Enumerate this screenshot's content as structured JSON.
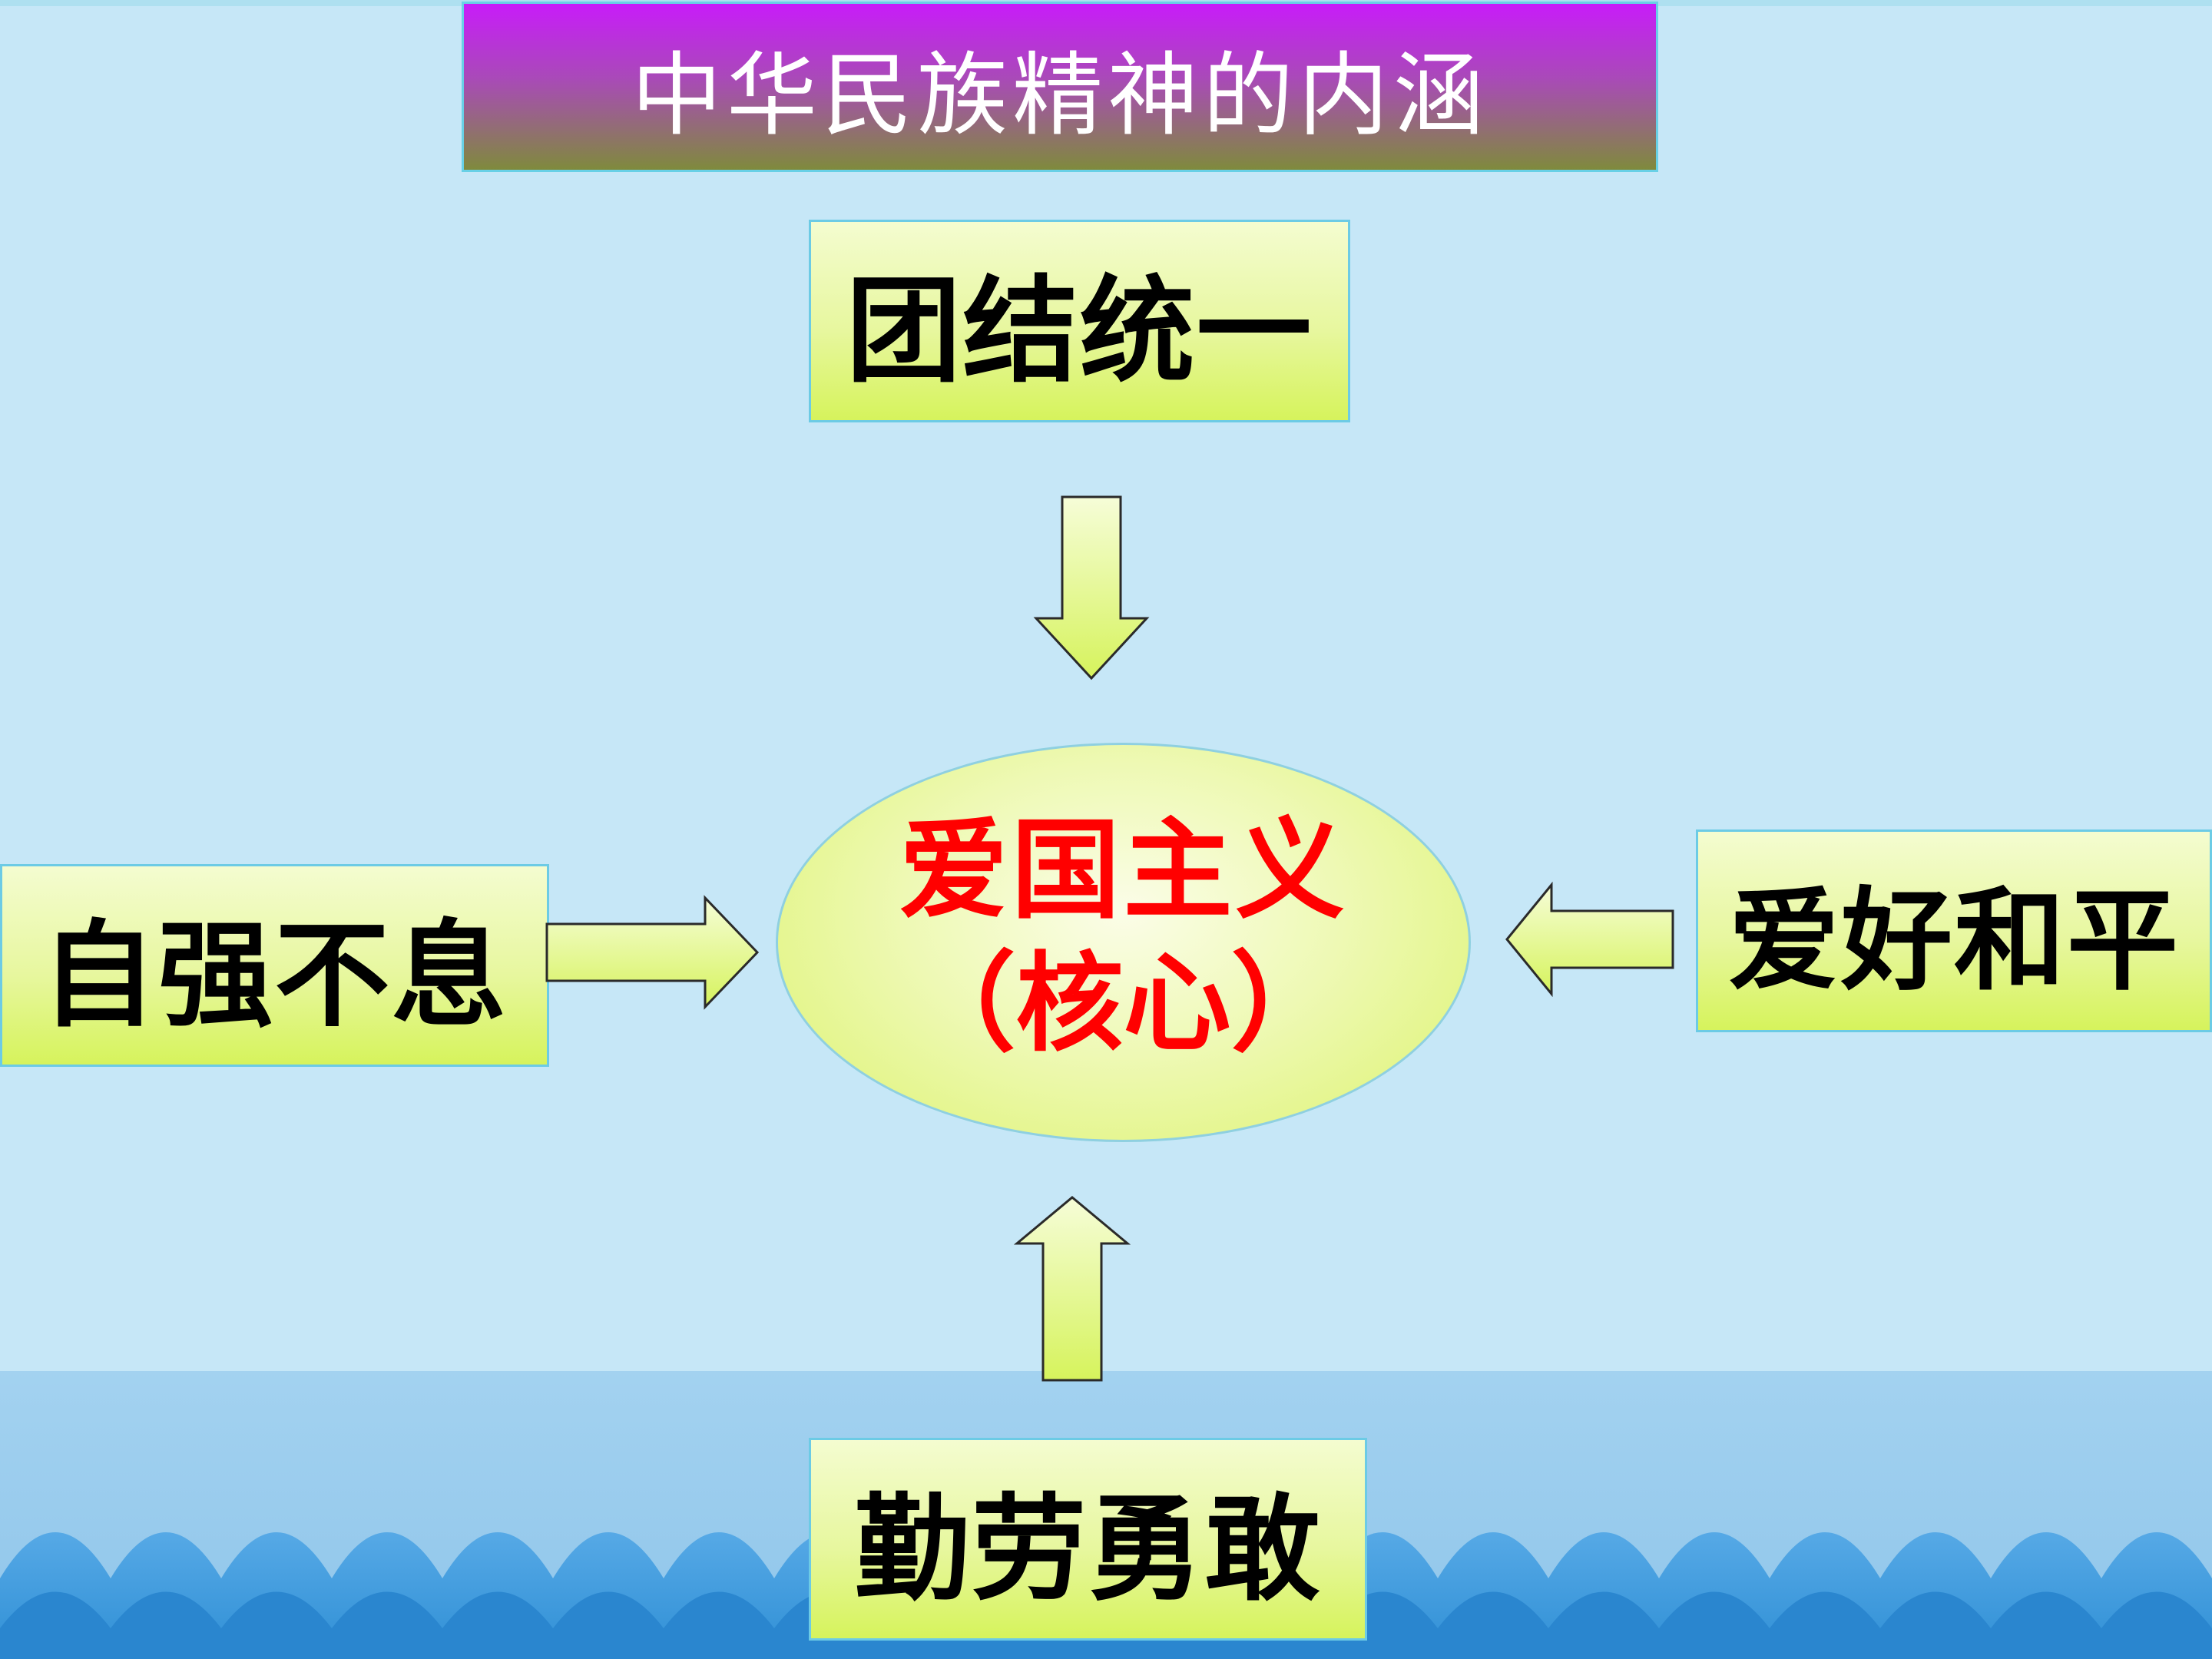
{
  "title": "中华民族精神的内涵",
  "nodes": {
    "top": "团结统一",
    "left": "自强不息",
    "right": "爱好和平",
    "bottom": "勤劳勇敢"
  },
  "core": {
    "line1": "爱国主义",
    "line2": "（核心）"
  },
  "colors": {
    "background": "#c6e7f7",
    "title_gradient_top": "#c81cf9",
    "title_gradient_bottom": "#7f8a3c",
    "box_fill": "#e7f79e",
    "box_border": "#6ccbe5",
    "core_text": "#ff0000",
    "wave": "#2f8fd5"
  },
  "icons": {
    "arrow_top": "arrow-down-icon",
    "arrow_bottom": "arrow-up-icon",
    "arrow_left": "arrow-right-icon",
    "arrow_right": "arrow-left-icon"
  }
}
